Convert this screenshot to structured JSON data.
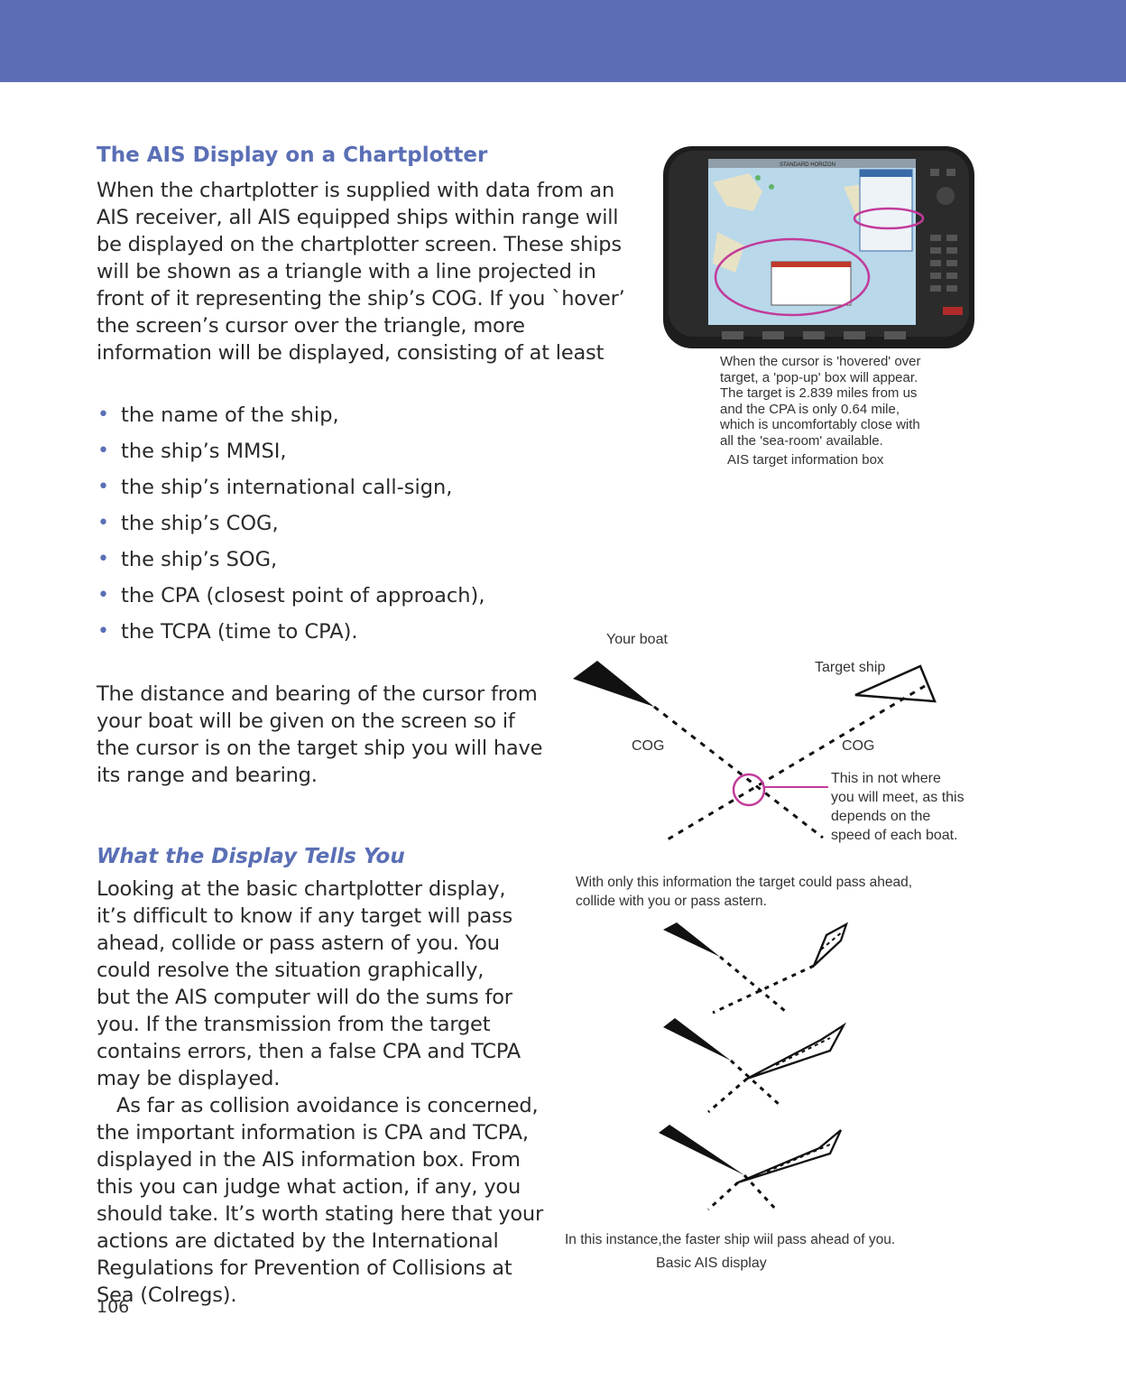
{
  "section1": {
    "heading": "The AIS Display on a Chartplotter",
    "intro": "When the chartplotter is supplied with data from an AIS receiver, all AIS equipped ships within range will be displayed on the chartplotter screen. These ships will be shown as a triangle with a line projected in front of it representing the ship’s COG. If you `hover’ the screen’s cursor over the triangle, more information will be displayed, consisting of at least",
    "bullets": [
      "the name of the ship,",
      "the ship’s MMSI,",
      "the ship’s international call-sign,",
      "the ship’s COG,",
      "the ship’s SOG,",
      "the CPA (closest point of approach),",
      "the TCPA (time to CPA)."
    ],
    "after": "The distance and bearing of the cursor from your boat will be given on the screen so if the cursor is on the target ship you will have its range and bearing."
  },
  "section2": {
    "heading": "What the Display Tells You",
    "para1": "Looking at the basic chartplotter display, it’s difficult to know if any target will pass ahead, collide or pass astern of you. You could resolve the situation graphically, but the AIS computer will do the sums for you. If the transmission from the target contains errors, then a false CPA and TCPA may be displayed.",
    "para2": "As far as collision avoidance is concerned, the important information is CPA and TCPA, displayed in the AIS information box. From this you can judge what action, if any, you should take. It’s worth stating here that your actions are dictated by the International Regulations for Prevention of Collisions at Sea (Colregs)."
  },
  "figure1": {
    "device_brand": "STANDARD HORIZON",
    "caption_lines": [
      "When the cursor is 'hovered' over",
      "target, a 'pop-up' box will appear.",
      "The target is 2.839 miles from us",
      "and the CPA is only 0.64 mile,",
      "which is uncomfortably close with",
      "all the 'sea-room' available."
    ],
    "title": "AIS target information box"
  },
  "figure2": {
    "your_boat": "Your boat",
    "target_ship": "Target ship",
    "cog_left": "COG",
    "cog_right": "COG",
    "note_lines": [
      "This in not where",
      "you will meet, as this",
      "depends on the",
      "speed of each boat."
    ],
    "intro_lines": [
      "With only this information the target could pass ahead,",
      "collide with you or pass astern."
    ],
    "conclusion": "In this instance,the faster ship wiil pass ahead of you.",
    "title": "Basic AIS display"
  },
  "page_number": "106",
  "colors": {
    "band": "#5c6db3",
    "heading": "#5a6fb5",
    "highlight": "#c23a9a"
  }
}
